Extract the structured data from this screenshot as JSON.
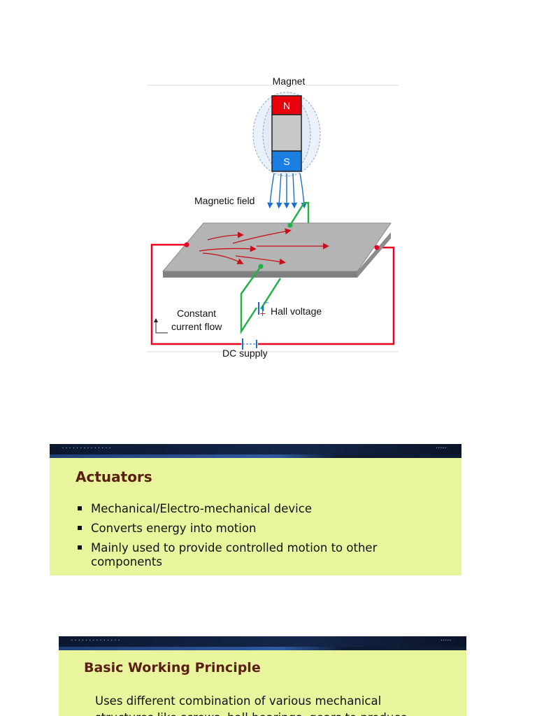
{
  "diagram": {
    "magnet_label": "Magnet",
    "north_label": "N",
    "south_label": "S",
    "field_label": "Magnetic field",
    "constant_label_1": "Constant",
    "constant_label_2": "current flow",
    "hall_label": "Hall voltage",
    "dc_label": "DC supply",
    "colors": {
      "north": "#e8000a",
      "south": "#1a7fe0",
      "magnet_body": "#c8c8c8",
      "field_lines": "#1a6fd0",
      "plate": "#b4b4b4",
      "circuit": "#e8001c",
      "hall_wire": "#22b04a"
    }
  },
  "slide1": {
    "title": "Actuators",
    "bullets": [
      "Mechanical/Electro-mechanical device",
      "Converts energy into motion",
      "Mainly used to provide controlled motion to other",
      "components"
    ]
  },
  "slide2": {
    "title": "Basic Working Principle",
    "line1": "Uses different combination of various mechanical",
    "line2": "structures like screws, ball bearings, gears to produce"
  },
  "colors": {
    "slide_background": "#e9f59d",
    "slide_title": "#5a1e14",
    "taskbar": "#0c1830"
  }
}
